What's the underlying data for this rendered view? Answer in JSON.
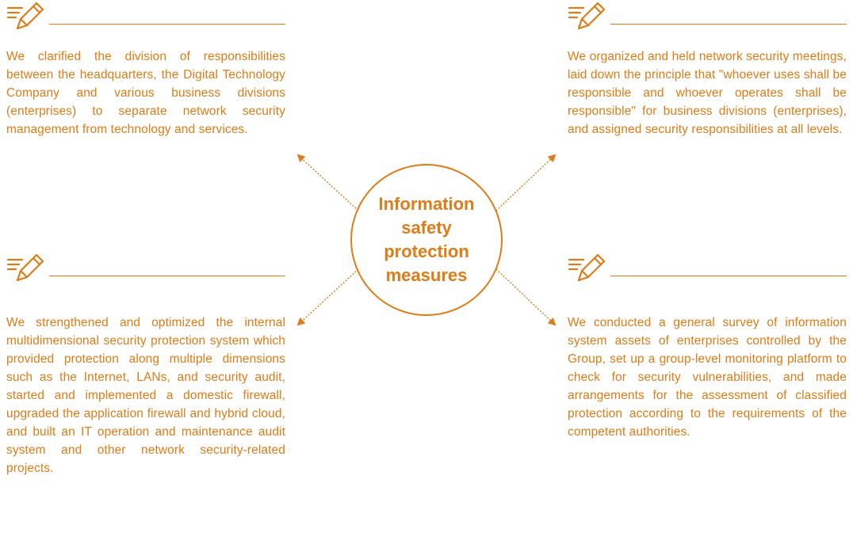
{
  "center": {
    "title": "Information safety protection measures"
  },
  "panels": {
    "top_left": "We clarified the division of responsibilities between the headquarters, the Digital Technology Company and various business divisions (enterprises) to separate network security management from technology and services.",
    "top_right": "We organized and held network security meetings, laid down the principle that \"whoever uses shall be responsible and whoever operates shall be responsible\" for business divisions (enterprises), and assigned  security responsibilities at all levels.",
    "bottom_left": "We strengthened and optimized the internal multidimensional security protection system which provided protection along multiple dimensions such as the Internet, LANs, and security audit, started and implemented a domestic firewall, upgraded the application firewall and hybrid cloud, and built an IT operation and maintenance audit system and other network security-related projects.",
    "bottom_right": "We conducted a general survey of information system assets of enterprises controlled by the Group, set up a group-level monitoring platform to check for security vulnerabilities, and made arrangements for the assessment of classified protection according to the requirements of the competent authorities."
  },
  "colors": {
    "accent": "#e07b16",
    "background": "#ffffff"
  },
  "icons": {
    "panel_icon": "pencil-notes-icon",
    "connector": "dotted-arrow"
  }
}
